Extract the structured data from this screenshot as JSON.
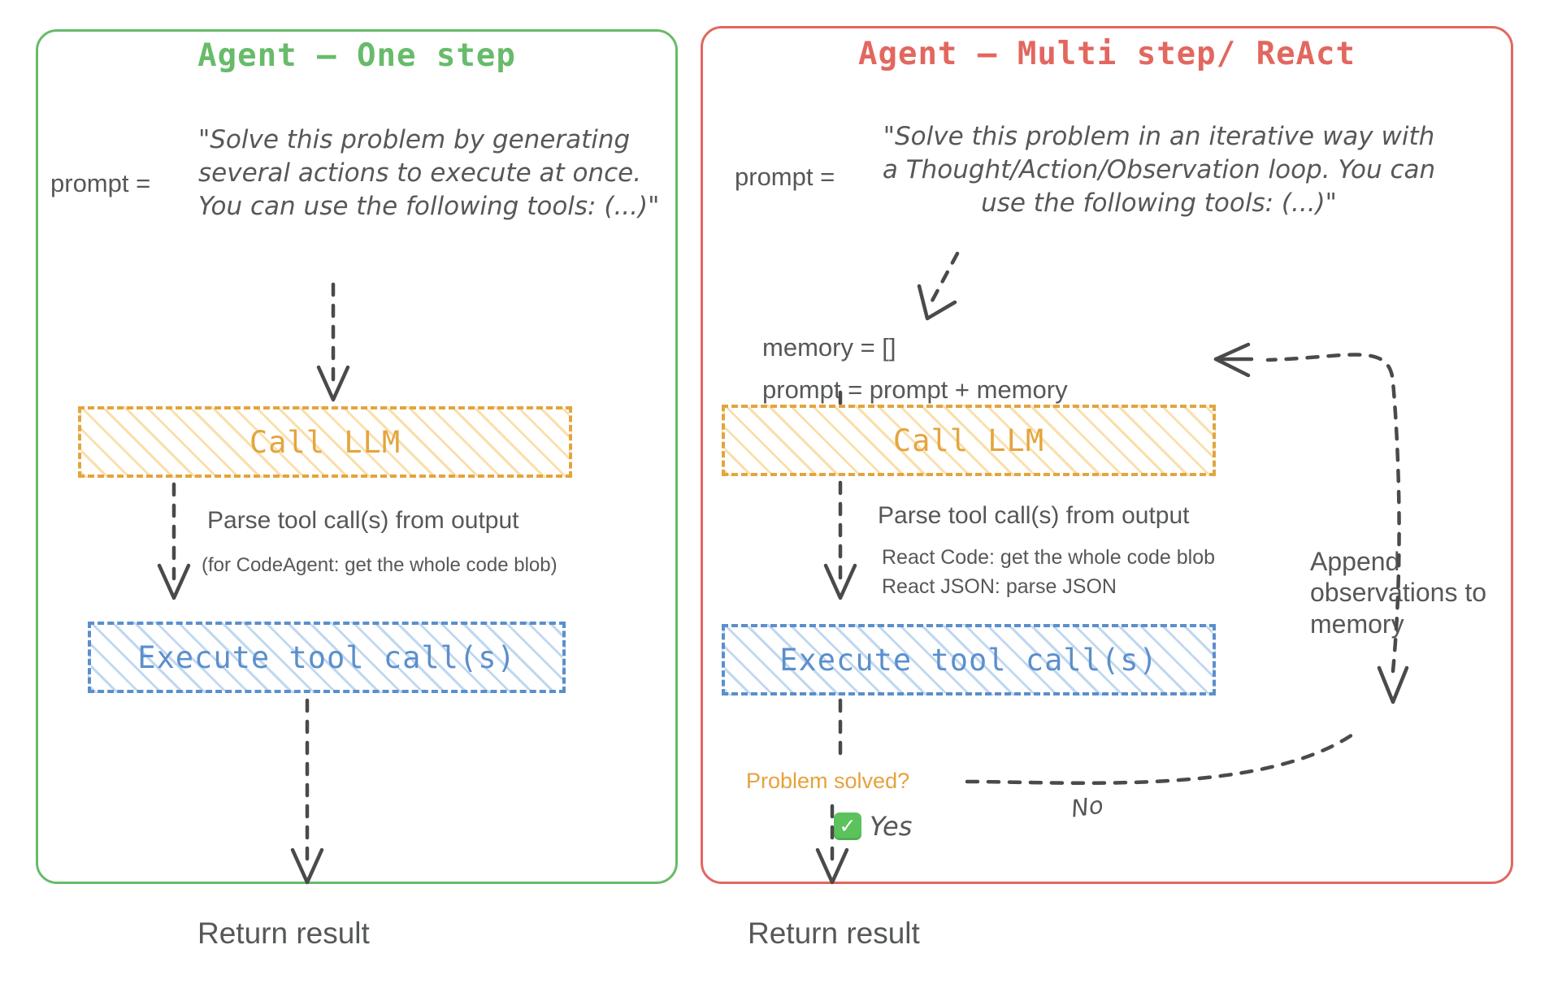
{
  "diagram": {
    "title_semantic": "agent-one-step-vs-multi-step-react-flow",
    "colors": {
      "one_step_border": "#67bb6a",
      "multi_step_border": "#e2675f",
      "llm_box": "#e3a53f",
      "exec_box": "#5b8fcc",
      "text": "#555759",
      "problem_solved": "#e6a23c",
      "check_green": "#5cc35c"
    }
  },
  "panels": {
    "one_step": {
      "title": "Agent – One step",
      "prompt_label": "prompt =",
      "prompt_text": "\"Solve this problem by generating several actions to execute at once. You can use the following tools: (...)\"",
      "llm_box_label": "Call LLM",
      "parse_note": "Parse tool call(s) from output",
      "parse_subnote": "(for CodeAgent: get the whole code blob)",
      "exec_box_label": "Execute tool call(s)",
      "return_label": "Return result"
    },
    "multi_step": {
      "title": "Agent – Multi step/ ReAct",
      "prompt_label": "prompt =",
      "prompt_text": "\"Solve this problem in an iterative way with a Thought/Action/Observation loop. You can use the following tools: (...)\"",
      "memory_init": "memory = []",
      "prompt_concat": "prompt = prompt + memory",
      "llm_box_label": "Call LLM",
      "parse_note": "Parse tool call(s) from output",
      "parse_subnote_1": "React Code: get the whole code blob",
      "parse_subnote_2": "React JSON: parse JSON",
      "exec_box_label": "Execute tool call(s)",
      "decision_label": "Problem solved?",
      "yes_label": "Yes",
      "yes_icon": "check-mark",
      "no_label": "No",
      "loop_note": "Append observations to memory",
      "return_label": "Return result"
    }
  }
}
